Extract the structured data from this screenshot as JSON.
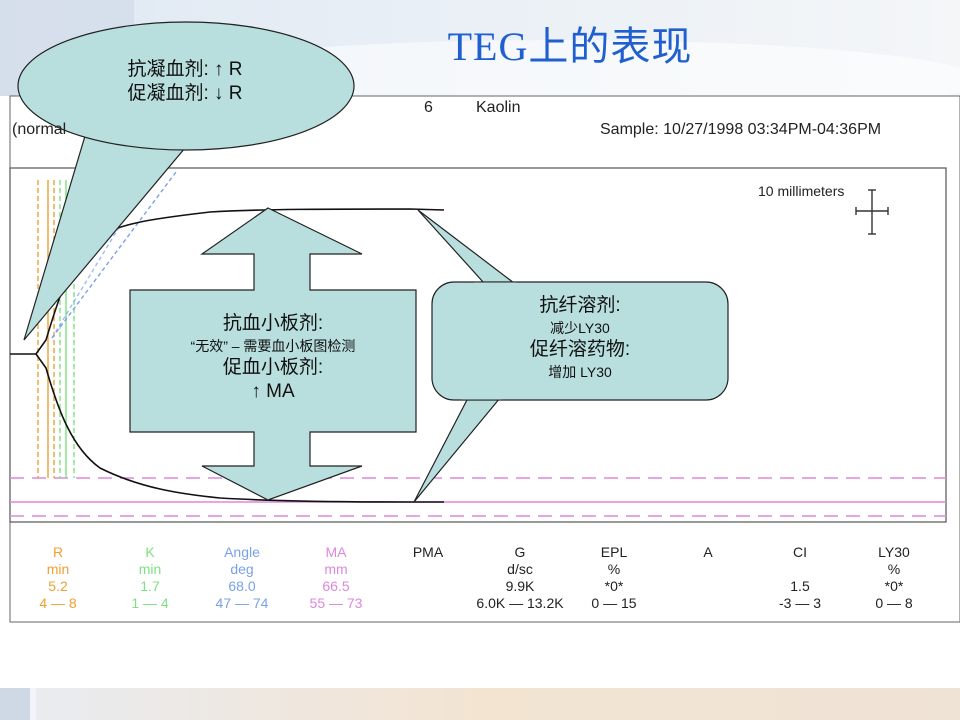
{
  "slide": {
    "title": "TEG上的表现",
    "header_left": "(normal",
    "header_count": "6",
    "header_activator": "Kaolin",
    "sample": "Sample: 10/27/1998 03:34PM-04:36PM",
    "scale_label": "10 millimeters"
  },
  "callouts": {
    "anticoag": {
      "line1": "抗凝血剂: ↑ R",
      "line2": "促凝血剂: ↓ R"
    },
    "platelet": {
      "line1": "抗血小板剂:",
      "line2": "“无效” – 需要血小板图检测",
      "line3": "促血小板剂:",
      "line4": "↑ MA"
    },
    "fibrinolysis": {
      "line1": "抗纤溶剂:",
      "line2": "减少LY30",
      "line3": "促纤溶药物:",
      "line4": "增加 LY30"
    }
  },
  "parameters": [
    {
      "name": "R",
      "unit": "min",
      "value": "5.2",
      "range": "4 — 8",
      "color": "#f0a030"
    },
    {
      "name": "K",
      "unit": "min",
      "value": "1.7",
      "range": "1 — 4",
      "color": "#7fe07f"
    },
    {
      "name": "Angle",
      "unit": "deg",
      "value": "68.0",
      "range": "47 — 74",
      "color": "#7aa0ea"
    },
    {
      "name": "MA",
      "unit": "mm",
      "value": "66.5",
      "range": "55 — 73",
      "color": "#dd88dd"
    },
    {
      "name": "PMA",
      "unit": "",
      "value": "",
      "range": "",
      "color": "#222222"
    },
    {
      "name": "G",
      "unit": "d/sc",
      "value": "9.9K",
      "range": "6.0K — 13.2K",
      "color": "#222222"
    },
    {
      "name": "EPL",
      "unit": "%",
      "value": "*0*",
      "range": "0 — 15",
      "color": "#222222"
    },
    {
      "name": "A",
      "unit": "",
      "value": "",
      "range": "",
      "color": "#222222"
    },
    {
      "name": "CI",
      "unit": "",
      "value": "1.5",
      "range": "-3 — 3",
      "color": "#222222"
    },
    {
      "name": "LY30",
      "unit": "%",
      "value": "*0*",
      "range": "0 — 8",
      "color": "#222222"
    }
  ],
  "chart_data": {
    "type": "line",
    "r_min": 5.2,
    "k_min": 1.7,
    "angle_deg": 68.0,
    "ma_mm": 66.5,
    "ly30_pct": 0,
    "ma_reference_mm": [
      55,
      73
    ],
    "colors": {
      "trace": "#111111",
      "r": "#f0a030",
      "k": "#7fe07f",
      "angle": "#7aa0ea",
      "ma": "#dd88dd",
      "callout_fill": "#b8dede"
    }
  }
}
